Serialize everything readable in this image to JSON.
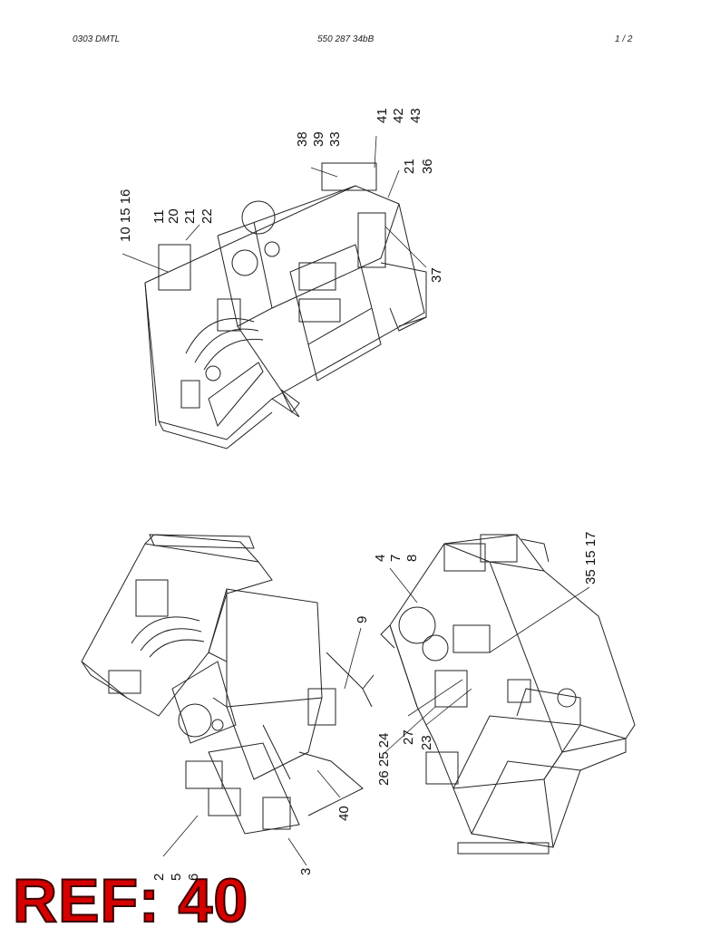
{
  "header": {
    "left": "0303 DMTL",
    "center": "550 287 34bB",
    "page": "1 /   2"
  },
  "callouts": {
    "c10_15_16": "10 15 16",
    "c11": "11",
    "c20": "20",
    "c21a": "21",
    "c22": "22",
    "c38": "38",
    "c39": "39",
    "c33": "33",
    "c41": "41",
    "c42": "42",
    "c43": "43",
    "c21b": "21",
    "c36": "36",
    "c37": "37",
    "c4": "4",
    "c7": "7",
    "c8": "8",
    "c35_15_17": "35 15 17",
    "c9": "9",
    "c27": "27",
    "c23": "23",
    "c26_25_24": "26 25 24",
    "c40": "40",
    "c2": "2",
    "c5": "5",
    "c6": "6",
    "c3": "3"
  },
  "ref_label": "REF: 40"
}
